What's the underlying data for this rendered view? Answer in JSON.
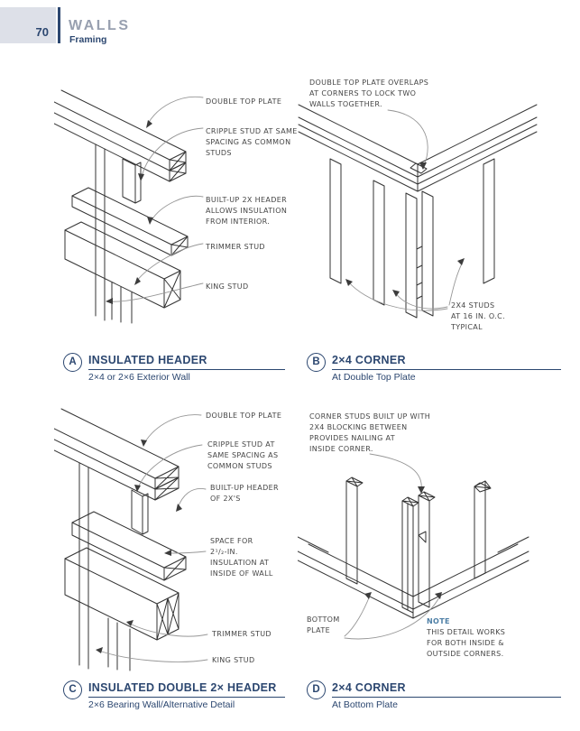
{
  "page": {
    "number": "70",
    "section": "WALLS",
    "subsection": "Framing"
  },
  "colors": {
    "navy": "#2c4770",
    "steel_blue_note": "#4e7fa6",
    "drawing_ink": "#333333",
    "label_gray": "#454545",
    "header_box_gray": "#dde0e8",
    "section_title_gray": "#98a0b0"
  },
  "figures": [
    {
      "id": "A",
      "title": "INSULATED HEADER",
      "subtitle": "2×4 or 2×6 Exterior Wall",
      "callouts": [
        {
          "name": "double-top-plate",
          "text": "DOUBLE TOP PLATE"
        },
        {
          "name": "cripple-stud",
          "text": "CRIPPLE STUD AT SAME\nSPACING AS COMMON\nSTUDS"
        },
        {
          "name": "built-up-header",
          "text": "BUILT-UP 2X HEADER\nALLOWS INSULATION\nFROM INTERIOR."
        },
        {
          "name": "trimmer-stud",
          "text": "TRIMMER STUD"
        },
        {
          "name": "king-stud",
          "text": "KING STUD"
        }
      ]
    },
    {
      "id": "B",
      "title": "2×4 CORNER",
      "subtitle": "At Double Top Plate",
      "callouts": [
        {
          "name": "double-top-plate-overlap",
          "text": "DOUBLE TOP PLATE OVERLAPS\nAT CORNERS TO LOCK TWO\nWALLS TOGETHER."
        },
        {
          "name": "studs-16-oc",
          "text": "2X4 STUDS\nAT 16 IN. O.C.\nTYPICAL"
        }
      ]
    },
    {
      "id": "C",
      "title": "INSULATED DOUBLE 2× HEADER",
      "subtitle": "2×6 Bearing Wall/Alternative Detail",
      "callouts": [
        {
          "name": "double-top-plate",
          "text": "DOUBLE TOP PLATE"
        },
        {
          "name": "cripple-stud",
          "text": "CRIPPLE STUD AT\nSAME SPACING AS\nCOMMON STUDS"
        },
        {
          "name": "built-up-header",
          "text": "BUILT-UP HEADER\nOF 2X'S"
        },
        {
          "name": "insulation-space",
          "text": "SPACE FOR\n2¹/₂-IN.\nINSULATION AT\nINSIDE OF WALL"
        },
        {
          "name": "trimmer-stud",
          "text": "TRIMMER STUD"
        },
        {
          "name": "king-stud",
          "text": "KING STUD"
        }
      ]
    },
    {
      "id": "D",
      "title": "2×4 CORNER",
      "subtitle": "At Bottom Plate",
      "callouts": [
        {
          "name": "corner-studs",
          "text": "CORNER STUDS BUILT UP WITH\n2X4 BLOCKING BETWEEN\nPROVIDES NAILING AT\nINSIDE CORNER."
        },
        {
          "name": "bottom-plate",
          "text": "BOTTOM\nPLATE"
        }
      ],
      "note_label": "NOTE",
      "note_text": "THIS DETAIL WORKS\nFOR BOTH INSIDE &\nOUTSIDE CORNERS."
    }
  ]
}
